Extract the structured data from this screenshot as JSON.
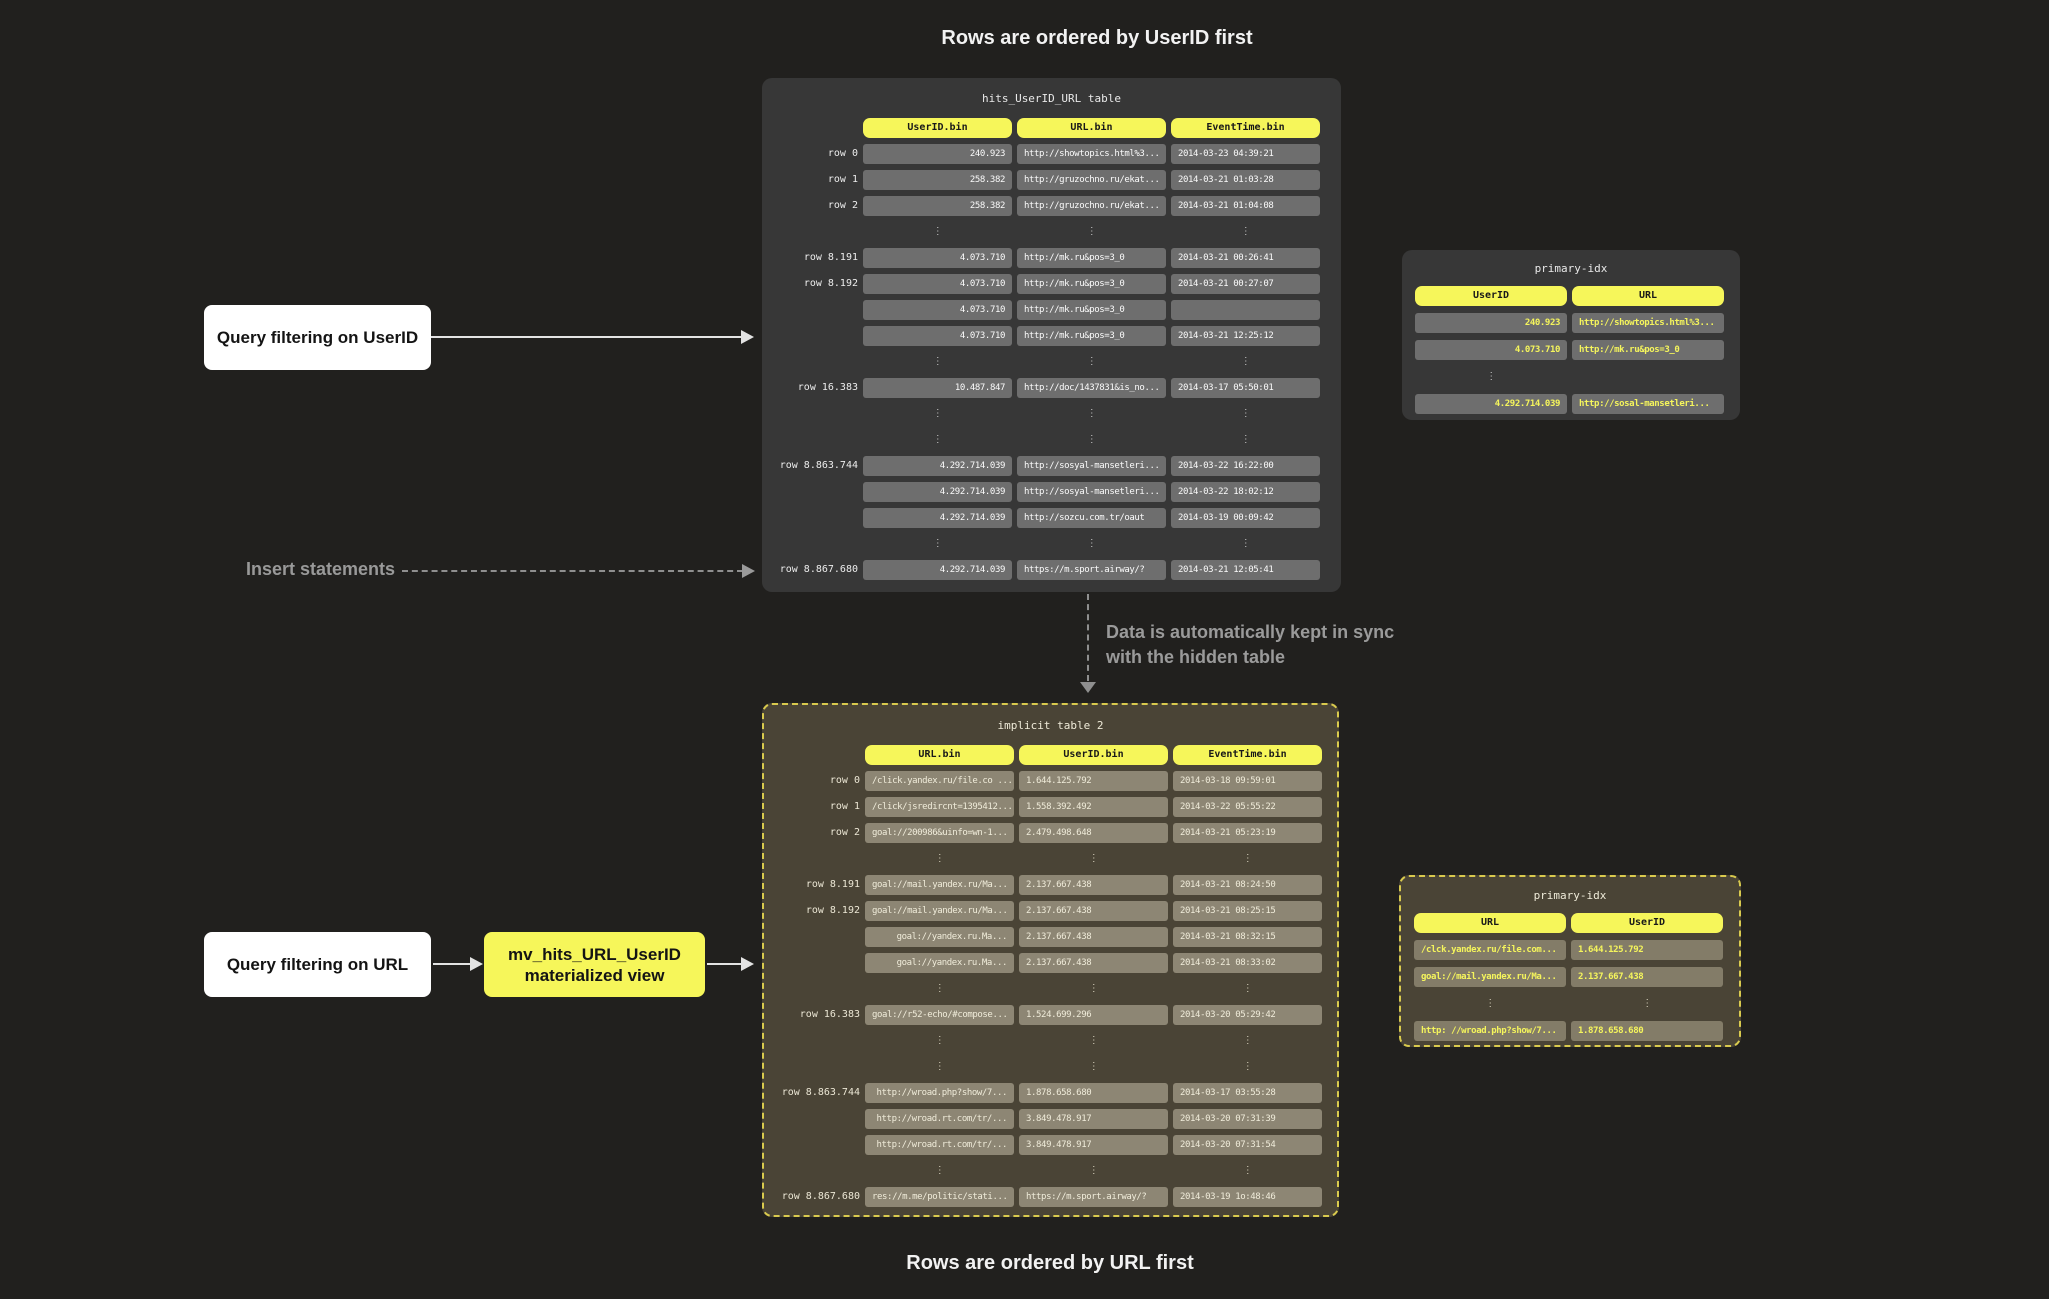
{
  "titles": {
    "top": "Rows are ordered by UserID first",
    "bottom": "Rows are ordered by URL first"
  },
  "labels": {
    "query_userid": "Query filtering on UserID",
    "query_url": "Query filtering on URL",
    "insert": "Insert statements",
    "sync_line1": "Data is automatically kept in sync",
    "sync_line2": "with the hidden table",
    "mv_line1": "mv_hits_URL_UserID",
    "mv_line2": "materialized view"
  },
  "colors": {
    "background": "#21201e",
    "panel_dark": "#373737",
    "cell_gray": "#6e6e6e",
    "accent_yellow": "#f6f65a",
    "panel_olive": "#4a4436",
    "cell_olive": "#8d8674",
    "dashed_border_yellow": "#d9ca4e",
    "arrow_light": "#e3e3e3",
    "muted_text": "#999999"
  },
  "tables": {
    "main_top": {
      "title": "hits_UserID_URL table",
      "label_col": true,
      "headers": [
        "UserID.bin",
        "URL.bin",
        "EventTime.bin"
      ],
      "aligns": [
        "right",
        "left",
        "left"
      ],
      "rows": [
        {
          "label": "row 0",
          "cells": [
            "240.923",
            "http://showtopics.html%3...",
            "2014-03-23 04:39:21"
          ]
        },
        {
          "label": "row 1",
          "cells": [
            "258.382",
            "http://gruzochno.ru/ekat...",
            "2014-03-21 01:03:28"
          ]
        },
        {
          "label": "row 2",
          "cells": [
            "258.382",
            "http://gruzochno.ru/ekat...",
            "2014-03-21 01:04:08"
          ]
        },
        {
          "dots": [
            0,
            1,
            2
          ]
        },
        {
          "label": "row 8.191",
          "cells": [
            "4.073.710",
            "http://mk.ru&pos=3_0",
            "2014-03-21 00:26:41"
          ]
        },
        {
          "label": "row 8.192",
          "cells": [
            "4.073.710",
            "http://mk.ru&pos=3_0",
            "2014-03-21 00:27:07"
          ]
        },
        {
          "cells": [
            "4.073.710",
            "http://mk.ru&pos=3_0",
            ""
          ]
        },
        {
          "cells": [
            "4.073.710",
            "http://mk.ru&pos=3_0",
            "2014-03-21 12:25:12"
          ]
        },
        {
          "dots": [
            0,
            1,
            2
          ]
        },
        {
          "label": "row 16.383",
          "cells": [
            "10.487.847",
            "http://doc/1437831&is_no...",
            "2014-03-17 05:50:01"
          ]
        },
        {
          "dots": [
            0,
            1,
            2
          ]
        },
        {
          "dots": [
            0,
            1,
            2
          ]
        },
        {
          "label": "row 8.863.744",
          "cells": [
            "4.292.714.039",
            "http://sosyal-mansetleri...",
            "2014-03-22 16:22:00"
          ]
        },
        {
          "cells": [
            "4.292.714.039",
            "http://sosyal-mansetleri...",
            "2014-03-22 18:02:12"
          ]
        },
        {
          "cells": [
            "4.292.714.039",
            "http://sozcu.com.tr/oaut",
            "2014-03-19 00:09:42"
          ]
        },
        {
          "dots": [
            0,
            1,
            2
          ]
        },
        {
          "label": "row 8.867.680",
          "cells": [
            "4.292.714.039",
            "https://m.sport.airway/?",
            "2014-03-21 12:05:41"
          ]
        }
      ]
    },
    "main_bottom": {
      "title": "implicit table 2",
      "label_col": true,
      "headers": [
        "URL.bin",
        "UserID.bin",
        "EventTime.bin"
      ],
      "aligns": [
        "left",
        "left",
        "left"
      ],
      "rows": [
        {
          "label": "row 0",
          "cells": [
            "/click.yandex.ru/file.co ...",
            "1.644.125.792",
            "2014-03-18 09:59:01"
          ]
        },
        {
          "label": "row 1",
          "cells": [
            "/click/jsredircnt=1395412...",
            "1.558.392.492",
            "2014-03-22 05:55:22"
          ]
        },
        {
          "label": "row 2",
          "cells": [
            "goal://200986&uinfo=wn-1...",
            "2.479.498.648",
            "2014-03-21 05:23:19"
          ]
        },
        {
          "dots": [
            0,
            1,
            2
          ]
        },
        {
          "label": "row 8.191",
          "cells": [
            "goal://mail.yandex.ru/Ma...",
            "2.137.667.438",
            "2014-03-21 08:24:50"
          ]
        },
        {
          "label": "row 8.192",
          "cells": [
            "goal://mail.yandex.ru/Ma...",
            "2.137.667.438",
            "2014-03-21 08:25:15"
          ]
        },
        {
          "cells": [
            "goal://yandex.ru.Ma...",
            "2.137.667.438",
            "2014-03-21 08:32:15"
          ],
          "cell_aligns": [
            "right",
            "left",
            "left"
          ]
        },
        {
          "cells": [
            "goal://yandex.ru.Ma...",
            "2.137.667.438",
            "2014-03-21 08:33:02"
          ],
          "cell_aligns": [
            "right",
            "left",
            "left"
          ]
        },
        {
          "dots": [
            0,
            1,
            2
          ]
        },
        {
          "label": "row 16.383",
          "cells": [
            "goal://r52-echo/#compose...",
            "1.524.699.296",
            "2014-03-20 05:29:42"
          ]
        },
        {
          "dots": [
            0,
            1,
            2
          ]
        },
        {
          "dots": [
            0,
            1,
            2
          ]
        },
        {
          "label": "row 8.863.744",
          "cells": [
            "http://wroad.php?show/7...",
            "1.878.658.680",
            "2014-03-17 03:55:28"
          ],
          "cell_aligns": [
            "right",
            "left",
            "left"
          ]
        },
        {
          "cells": [
            "http://wroad.rt.com/tr/...",
            "3.849.478.917",
            "2014-03-20 07:31:39"
          ],
          "cell_aligns": [
            "right",
            "left",
            "left"
          ]
        },
        {
          "cells": [
            "http://wroad.rt.com/tr/...",
            "3.849.478.917",
            "2014-03-20 07:31:54"
          ],
          "cell_aligns": [
            "right",
            "left",
            "left"
          ]
        },
        {
          "dots": [
            0,
            1,
            2
          ]
        },
        {
          "label": "row 8.867.680",
          "cells": [
            "res://m.me/politic/stati...",
            "https://m.sport.airway/?",
            "2014-03-19 1o:48:46"
          ]
        }
      ]
    },
    "idx_top": {
      "title": "primary-idx",
      "label_col": false,
      "headers": [
        "UserID",
        "URL"
      ],
      "aligns": [
        "right",
        "left"
      ],
      "rows": [
        {
          "cells": [
            "240.923",
            "http://showtopics.html%3..."
          ]
        },
        {
          "cells": [
            "4.073.710",
            "http://mk.ru&pos=3_0"
          ]
        },
        {
          "dots": [
            0
          ]
        },
        {
          "cells": [
            "4.292.714.039",
            "http://sosal-mansetleri..."
          ]
        }
      ]
    },
    "idx_bottom": {
      "title": "primary-idx",
      "label_col": false,
      "headers": [
        "URL",
        "UserID"
      ],
      "aligns": [
        "left",
        "left"
      ],
      "rows": [
        {
          "cells": [
            "/clck.yandex.ru/file.com...",
            "1.644.125.792"
          ]
        },
        {
          "cells": [
            "goal://mail.yandex.ru/Ma...",
            "2.137.667.438"
          ]
        },
        {
          "dots": [
            0,
            1
          ]
        },
        {
          "cells": [
            "http: //wroad.php?show/7...",
            "1.878.658.680"
          ]
        }
      ]
    }
  }
}
